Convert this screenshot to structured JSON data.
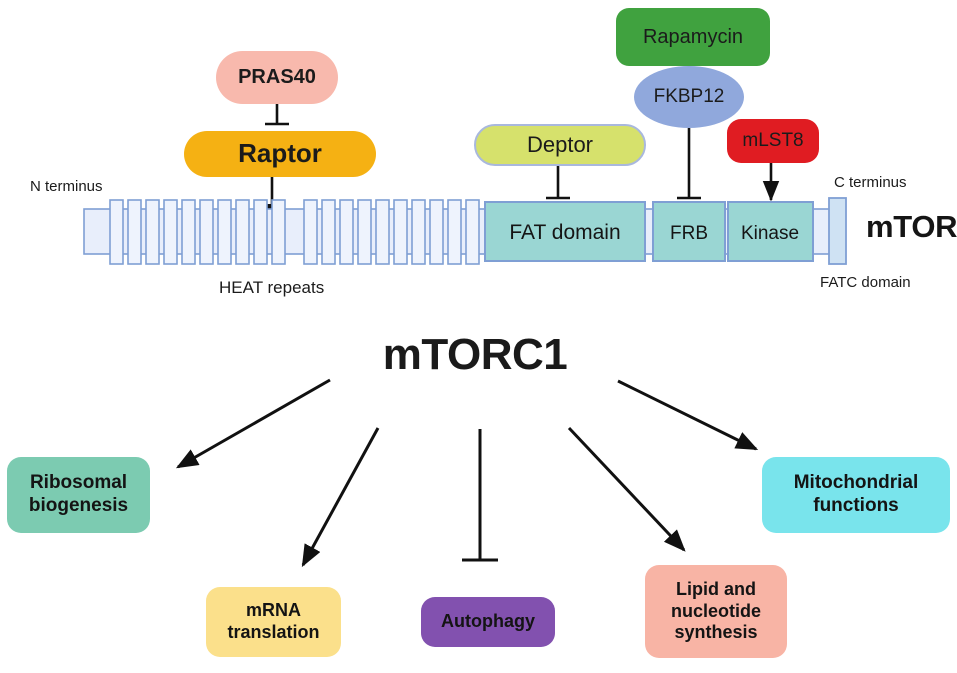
{
  "diagram": {
    "title_center": "mTORC1",
    "protein_label": "mTOR",
    "terminus": {
      "n": "N terminus",
      "c": "C terminus"
    },
    "annotations": {
      "heat_repeats": "HEAT repeats",
      "fatc_domain": "FATC domain"
    }
  },
  "regulators": [
    {
      "id": "pras40",
      "label": "PRAS40",
      "color": "#f8b9ad",
      "shape": "pill",
      "edge": "inhibit",
      "target": "raptor"
    },
    {
      "id": "raptor",
      "label": "Raptor",
      "color": "#f5b113",
      "shape": "pill",
      "edge": "activate",
      "target": "heat-repeats"
    },
    {
      "id": "deptor",
      "label": "Deptor",
      "color": "#d6e16c",
      "shape": "pill",
      "edge": "inhibit",
      "target": "fat-domain"
    },
    {
      "id": "rapamycin",
      "label": "Rapamycin",
      "color": "#40a23f",
      "shape": "rounded",
      "edge": "none",
      "target": "fkbp12"
    },
    {
      "id": "fkbp12",
      "label": "FKBP12",
      "color": "#90a8dc",
      "shape": "ellipse",
      "edge": "inhibit",
      "target": "frb"
    },
    {
      "id": "mlst8",
      "label": "mLST8",
      "color": "#e01c22",
      "shape": "rounded",
      "edge": "activate",
      "target": "kinase"
    }
  ],
  "protein_domains": [
    {
      "id": "n-tail",
      "label": "",
      "color": "#e8eefb"
    },
    {
      "id": "heat-1",
      "label": "",
      "color": "#e8eefb"
    },
    {
      "id": "linker-1",
      "label": "",
      "color": "#e8eefb"
    },
    {
      "id": "heat-2",
      "label": "",
      "color": "#e8eefb"
    },
    {
      "id": "linker-2",
      "label": "",
      "color": "#e8eefb"
    },
    {
      "id": "fat-domain",
      "label": "FAT domain",
      "color": "#9ad6d3"
    },
    {
      "id": "frb",
      "label": "FRB",
      "color": "#9ad6d3"
    },
    {
      "id": "kinase",
      "label": "Kinase",
      "color": "#9ad6d3"
    },
    {
      "id": "linker-3",
      "label": "",
      "color": "#e8eefb"
    },
    {
      "id": "fatc",
      "label": "",
      "color": "#cfe2f3"
    }
  ],
  "outputs": [
    {
      "id": "ribosomal",
      "label": "Ribosomal\nbiogenesis",
      "line1": "Ribosomal",
      "line2": "biogenesis",
      "line3": "",
      "color": "#7ccbb1",
      "edge": "activate"
    },
    {
      "id": "mrna",
      "label": "mRNA\ntranslation",
      "line1": "mRNA",
      "line2": "translation",
      "line3": "",
      "color": "#fbe08b",
      "edge": "activate"
    },
    {
      "id": "autophagy",
      "label": "Autophagy",
      "line1": "Autophagy",
      "line2": "",
      "line3": "",
      "color": "#8251af",
      "edge": "inhibit"
    },
    {
      "id": "lipid",
      "label": "Lipid and\nnucleotide\nsynthesis",
      "line1": "Lipid and",
      "line2": "nucleotide",
      "line3": "synthesis",
      "color": "#f8b4a5",
      "edge": "activate"
    },
    {
      "id": "mitochondrial",
      "label": "Mitochondrial\nfunctions",
      "line1": "Mitochondrial",
      "line2": "functions",
      "line3": "",
      "color": "#79e4ec",
      "edge": "activate"
    }
  ],
  "heat_repeat_counts": {
    "cluster_1": 10,
    "cluster_2": 10
  },
  "colors": {
    "stroke": "#7f9fd4",
    "domain_teal": "#9ad6d3",
    "backbone": "#e8eefb",
    "arrow": "#111111"
  }
}
